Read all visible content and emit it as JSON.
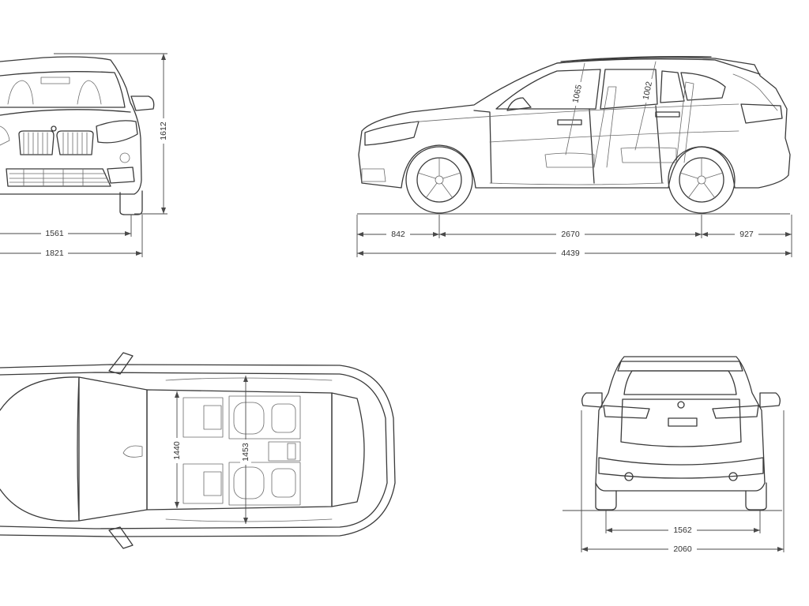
{
  "front_view": {
    "height": "1612",
    "track": "1561",
    "width": "1821"
  },
  "side_view": {
    "front_overhang": "842",
    "wheelbase": "2670",
    "rear_overhang": "927",
    "length": "4439",
    "headroom_front": "1065",
    "headroom_rear": "1002"
  },
  "top_view": {
    "shoulder_front": "1440",
    "shoulder_rear": "1453"
  },
  "rear_view": {
    "track": "1562",
    "width_mirrors": "2060"
  }
}
